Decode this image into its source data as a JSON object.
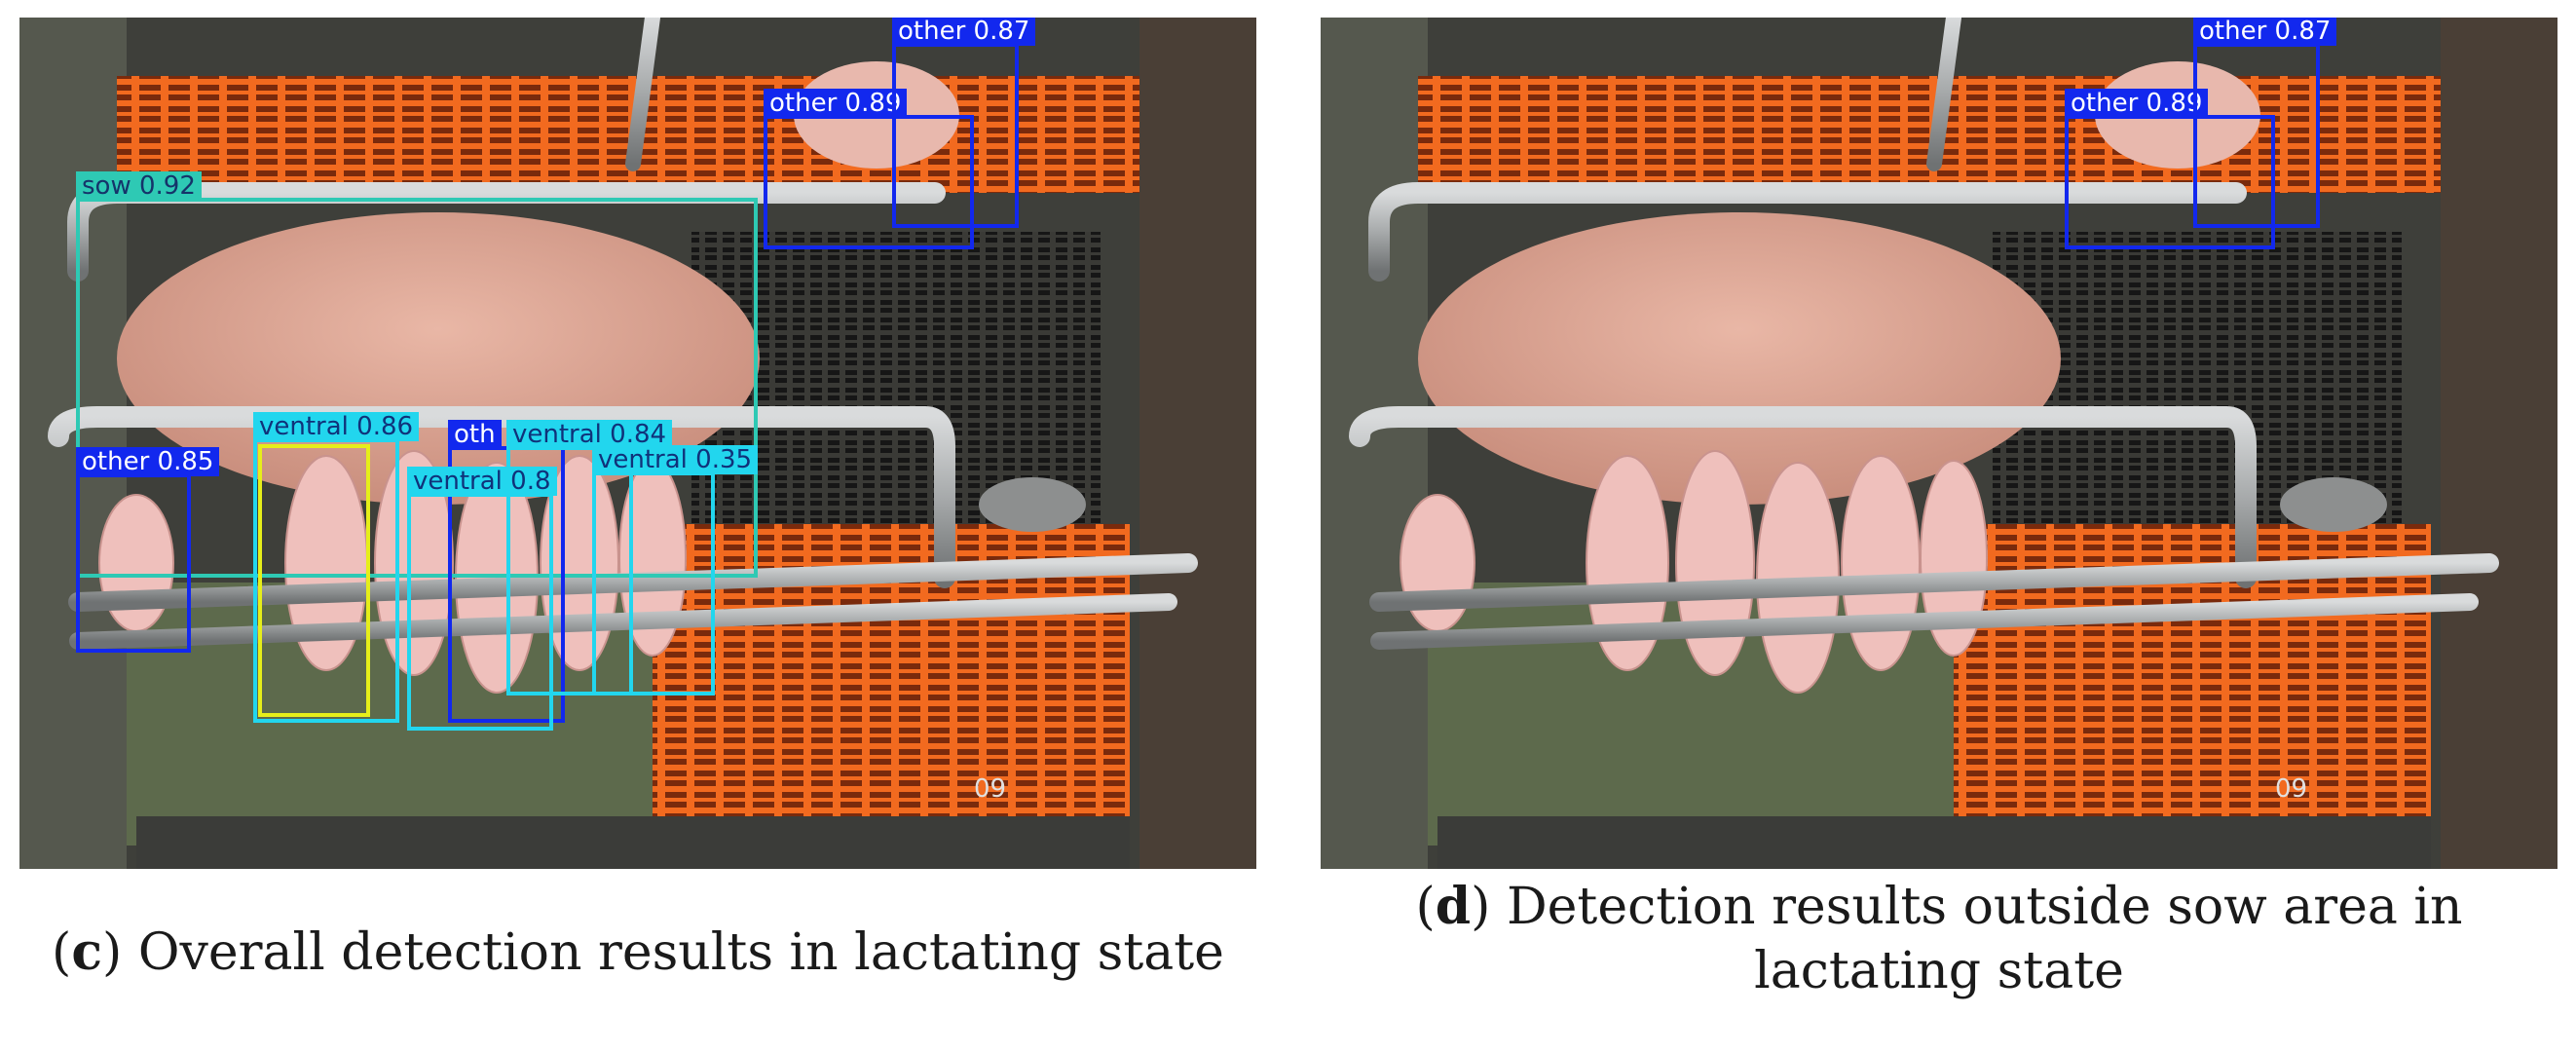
{
  "panels": [
    {
      "id": "c",
      "caption_letter": "c",
      "caption_text": "Overall detection results in lactating state",
      "detections": [
        {
          "label": "sow 0.92",
          "color": "#2ec9b4"
        },
        {
          "label": "other 0.89",
          "color": "#1228ee"
        },
        {
          "label": "other 0.87",
          "color": "#1228ee"
        },
        {
          "label": "other 0.85",
          "color": "#1228ee"
        },
        {
          "label": "ventral 0.86",
          "color": "#22d6ee"
        },
        {
          "label": "oth",
          "color": "#1228ee"
        },
        {
          "label": "ventral 0.84",
          "color": "#22d6ee"
        },
        {
          "label": "ventral 0.8",
          "color": "#22d6ee"
        },
        {
          "label": "ventral 0.35",
          "color": "#22d6ee"
        }
      ],
      "camera_number": "09"
    },
    {
      "id": "d",
      "caption_letter": "d",
      "caption_line1": "Detection results outside sow area in",
      "caption_line2": "lactating state",
      "detections": [
        {
          "label": "other 0.89",
          "color": "#1228ee"
        },
        {
          "label": "other 0.87",
          "color": "#1228ee"
        }
      ],
      "camera_number": "09"
    }
  ],
  "colors": {
    "slat_orange": "#f26a1f",
    "floor_dark": "#2b2b2b",
    "sow_pink": "#d9a08e",
    "piglet_pink": "#efc0bc",
    "rail_gray": "#b9bcbd",
    "concrete": "#5d6a4c"
  }
}
